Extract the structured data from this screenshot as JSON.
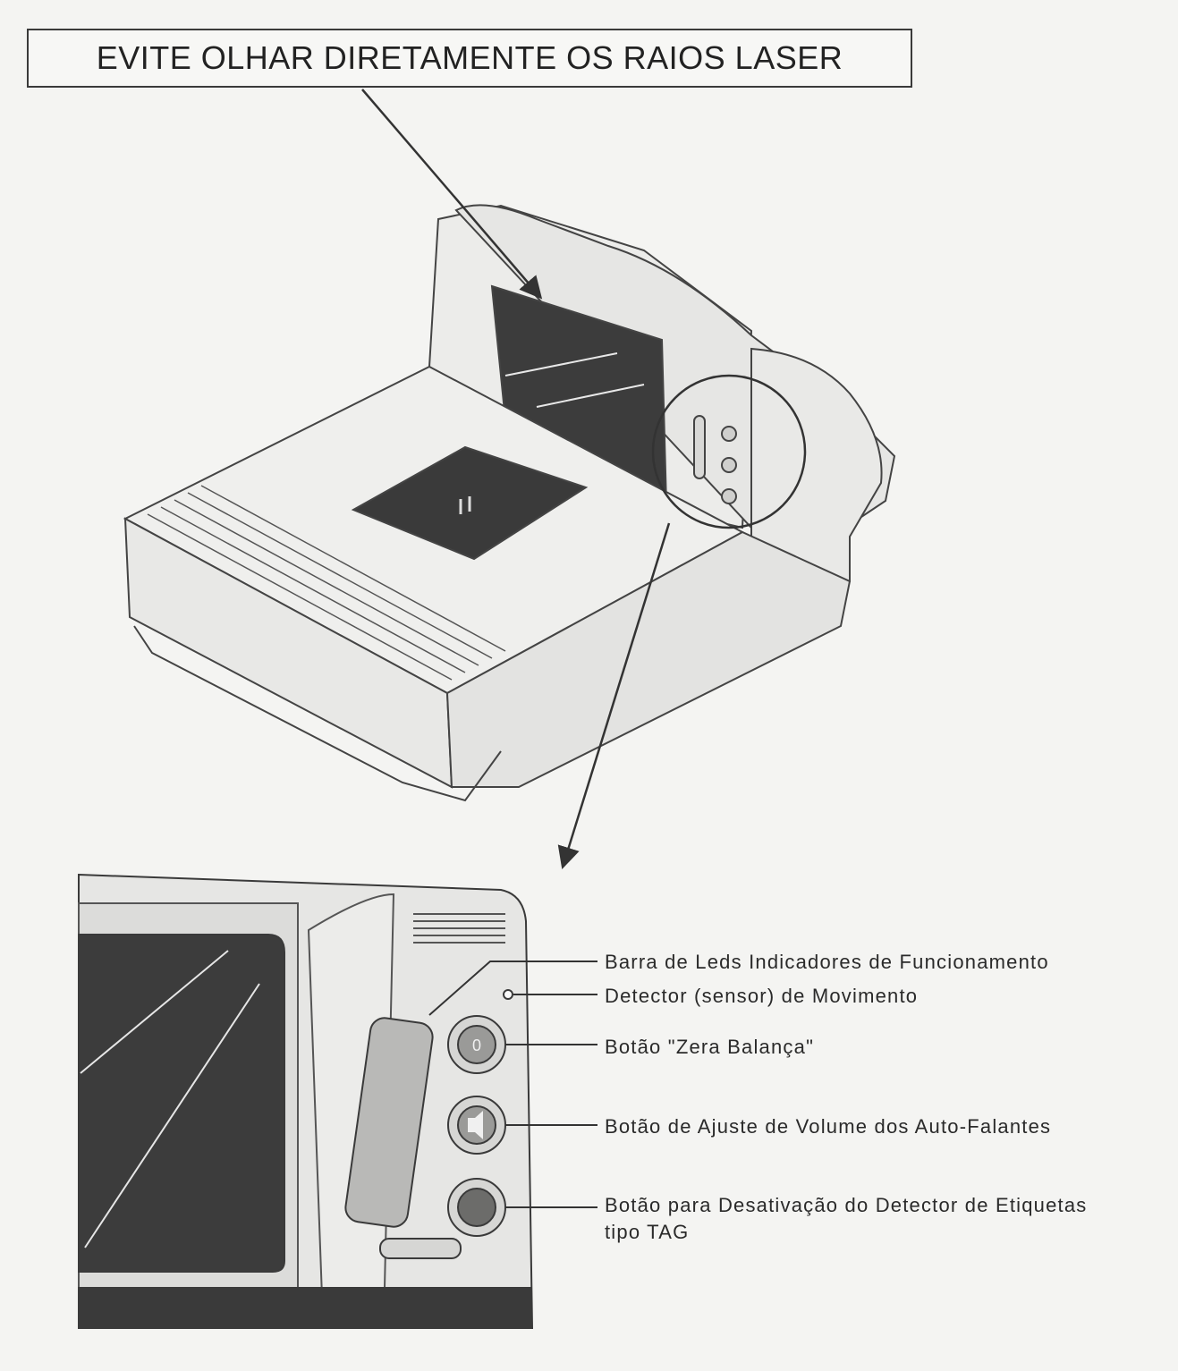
{
  "warning": {
    "text": "EVITE OLHAR DIRETAMENTE OS RAIOS LASER"
  },
  "callouts": [
    {
      "id": "led-bar",
      "text": "Barra de Leds Indicadores de Funcionamento"
    },
    {
      "id": "motion-detector",
      "text": "Detector (sensor) de Movimento"
    },
    {
      "id": "zero-button",
      "text": "Botão \"Zera Balança\""
    },
    {
      "id": "volume-button",
      "text": "Botão de Ajuste de Volume dos Auto-Falantes"
    },
    {
      "id": "tag-button",
      "lines": [
        "Botão para Desativação do Detector de Etiquetas",
        "tipo TAG"
      ]
    }
  ],
  "colors": {
    "ink": "#2a2a2a",
    "glass": "#3c3c3c",
    "paper": "#f4f4f2"
  }
}
